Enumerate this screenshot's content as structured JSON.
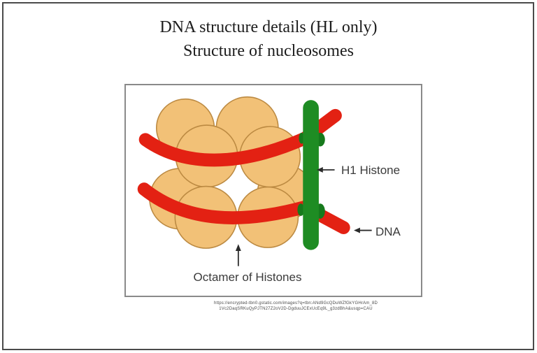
{
  "slide": {
    "title_line1": "DNA structure details (HL only)",
    "title_line2": "Structure of nucleosomes"
  },
  "figure": {
    "h1_label": "H1 Histone",
    "dna_label": "DNA",
    "octamer_label": "Octamer of Histones"
  },
  "citation": {
    "line1": "https://encrypted-tbn0.gstatic.com/images?q=tbn:ANd9GcQDuWZfGkYGHrAm_8D",
    "line2": "1Vc2DaqSRKuQyPJTN27Z2oV2D-DgduuJCExUcEq9L_g3zdBhA&usqp=CAU"
  },
  "colors": {
    "histone_fill": "#F2C177",
    "histone_stroke": "#BC8A42",
    "dna_red": "#E32113",
    "h1_green": "#1E8C23",
    "h1_green_dark": "#167A1C",
    "label_text": "#3B3B3B",
    "arrow": "#2B2B2B",
    "figure_border": "#8A8A8A",
    "slide_border": "#4B4B4B"
  }
}
